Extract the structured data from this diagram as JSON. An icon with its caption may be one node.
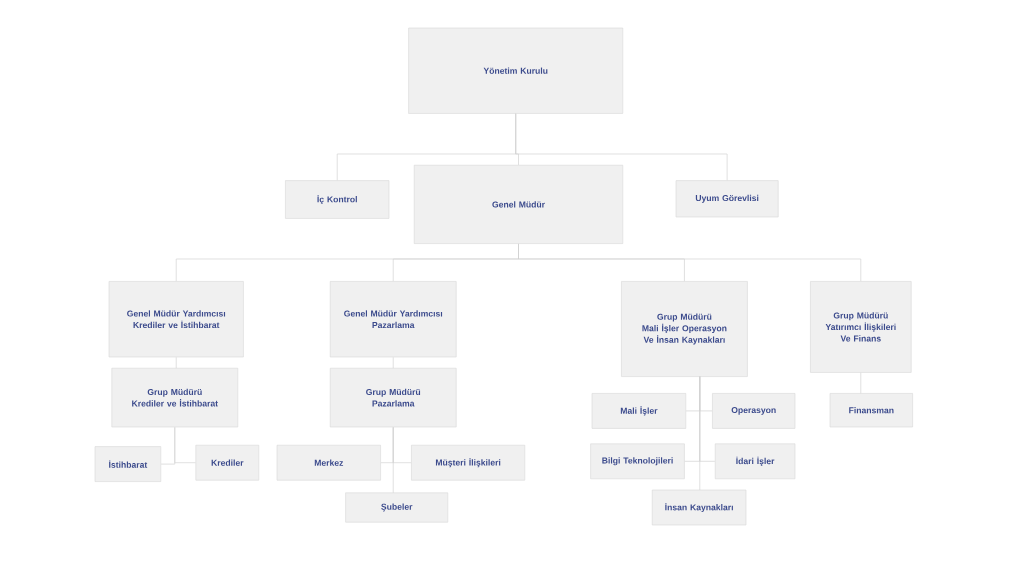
{
  "diagram": {
    "nodes": [
      {
        "text": [
          "Yönetim Kurulu"
        ]
      },
      {
        "text": [
          "İç Kontrol"
        ]
      },
      {
        "text": [
          "Genel Müdür"
        ]
      },
      {
        "text": [
          "Uyum Görevlisi"
        ]
      },
      {
        "text": [
          "Genel Müdür Yardımcısı",
          "Krediler ve İstihbarat"
        ]
      },
      {
        "text": [
          "Genel Müdür Yardımcısı",
          "Pazarlama"
        ]
      },
      {
        "text": [
          "Grup Müdürü",
          "Mali İşler Operasyon Ve İnsan Kaynakları"
        ]
      },
      {
        "text": [
          "Grup Müdürü",
          "Yatırımcı İlişkileri Ve Finans"
        ]
      },
      {
        "text": [
          "Grup Müdürü",
          "Krediler ve İstihbarat"
        ]
      },
      {
        "text": [
          "Grup Müdürü",
          "Pazarlama"
        ]
      },
      {
        "text": [
          "İstihbarat"
        ]
      },
      {
        "text": [
          "Krediler"
        ]
      },
      {
        "text": [
          "Merkez"
        ]
      },
      {
        "text": [
          "Müşteri İlişkileri"
        ]
      },
      {
        "text": [
          "Şubeler"
        ]
      },
      {
        "text": [
          "Mali İşler"
        ]
      },
      {
        "text": [
          "Operasyon"
        ]
      },
      {
        "text": [
          "Bilgi Teknolojileri"
        ]
      },
      {
        "text": [
          "İdari İşler"
        ]
      },
      {
        "text": [
          "İnsan Kaynakları"
        ]
      },
      {
        "text": [
          "Finansman"
        ]
      }
    ],
    "edges": [
      {
        "from": 0,
        "to": 1,
        "arrow": "none"
      },
      {
        "from": 0,
        "to": 2,
        "arrow": "none"
      },
      {
        "from": 0,
        "to": 3,
        "arrow": "none"
      },
      {
        "from": 2,
        "to": 4,
        "arrow": "none"
      },
      {
        "from": 2,
        "to": 5,
        "arrow": "none"
      },
      {
        "from": 2,
        "to": 6,
        "arrow": "none"
      },
      {
        "from": 2,
        "to": 7,
        "arrow": "none"
      },
      {
        "from": 4,
        "to": 8,
        "arrow": "none"
      },
      {
        "from": 8,
        "to": 10,
        "arrow": "none"
      },
      {
        "from": 8,
        "to": 11,
        "arrow": "none"
      },
      {
        "from": 5,
        "to": 9,
        "arrow": "none"
      },
      {
        "from": 9,
        "to": 12,
        "arrow": "none"
      },
      {
        "from": 9,
        "to": 13,
        "arrow": "none"
      },
      {
        "from": 9,
        "to": 14,
        "arrow": "none"
      },
      {
        "from": 6,
        "to": 15,
        "arrow": "none"
      },
      {
        "from": 6,
        "to": 16,
        "arrow": "none"
      },
      {
        "from": 6,
        "to": 17,
        "arrow": "none"
      },
      {
        "from": 6,
        "to": 18,
        "arrow": "none"
      },
      {
        "from": 6,
        "to": 19,
        "arrow": "none"
      },
      {
        "from": 7,
        "to": 20,
        "arrow": "none"
      }
    ]
  }
}
